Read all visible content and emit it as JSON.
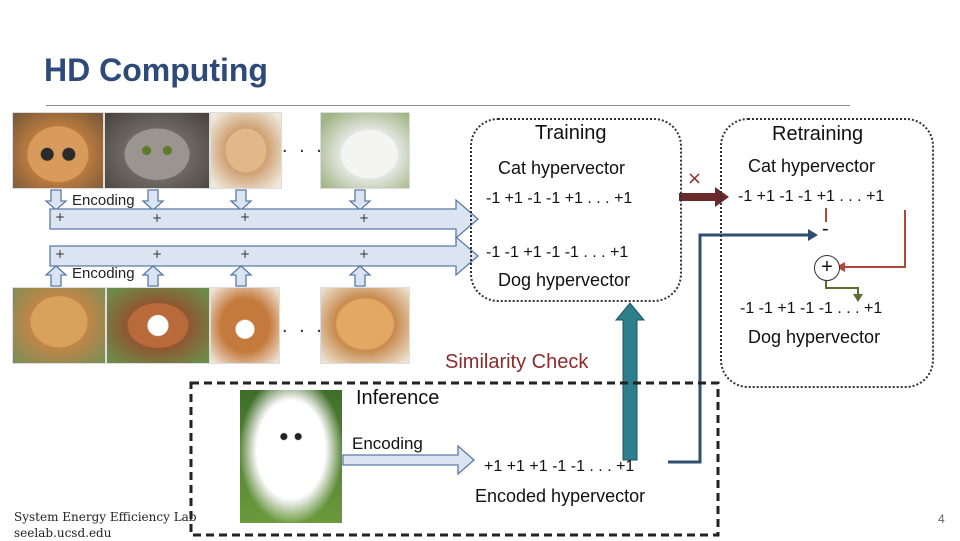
{
  "slide": {
    "title": "HD Computing",
    "page_number": "4"
  },
  "images": {
    "ellipsis_top": ". . .",
    "ellipsis_bottom": ". . ."
  },
  "encoding": {
    "label_top": "Encoding",
    "label_bottom": "Encoding",
    "plus": "+"
  },
  "training": {
    "heading": "Training",
    "cat_label": "Cat hypervector",
    "cat_vector": "-1 +1 -1 -1 +1 . . . +1",
    "dog_vector": "-1 -1 +1 -1 -1 . . . +1",
    "dog_label": "Dog hypervector"
  },
  "retraining": {
    "heading": "Retraining",
    "cat_label": "Cat hypervector",
    "cat_vector": "-1 +1 -1 -1 +1 . . . +1",
    "minus": "-",
    "plus": "+",
    "dog_vector": "-1 -1 +1 -1 -1 . . . +1",
    "dog_label": "Dog hypervector"
  },
  "mismatch_mark": "×",
  "similarity": {
    "label": "Similarity Check",
    "color": "#8b2b2b"
  },
  "inference": {
    "label": "Inference",
    "encoding_label": "Encoding",
    "encoded_vector": "+1 +1 +1 -1 -1 . . . +1",
    "encoded_label": "Encoded hypervector"
  },
  "footer": {
    "line1": "System Energy Efficiency Lab",
    "line2": "seelab.ucsd.edu"
  },
  "colors": {
    "title": "#2e4a78",
    "arrow_fill": "#dbe5f1",
    "arrow_stroke": "#5b7aa6",
    "similarity_arrow": "#2e7e8c",
    "cat_arrow": "#6b2a2a",
    "green_line": "#5a6e30",
    "minus_line": "#b0483a",
    "blue_line": "#2f4f6f"
  }
}
